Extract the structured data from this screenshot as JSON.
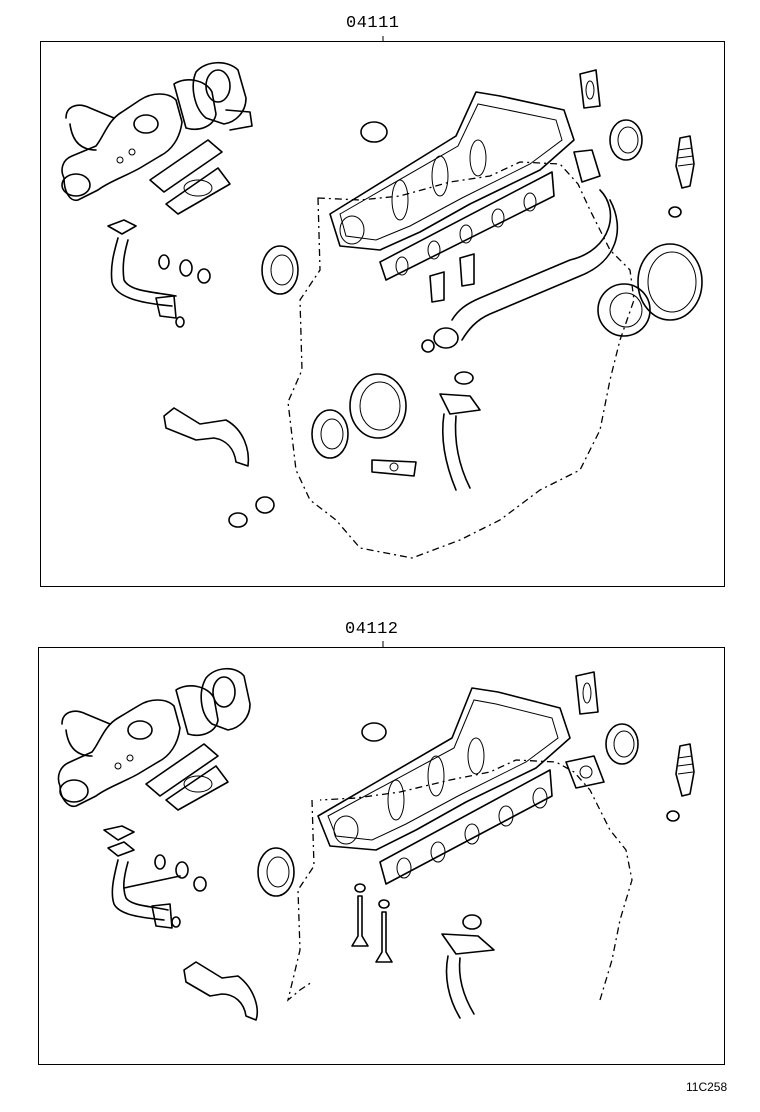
{
  "diagram": {
    "top_kit_label": "04111",
    "bottom_kit_label": "04112",
    "reference_code": "11C258"
  }
}
